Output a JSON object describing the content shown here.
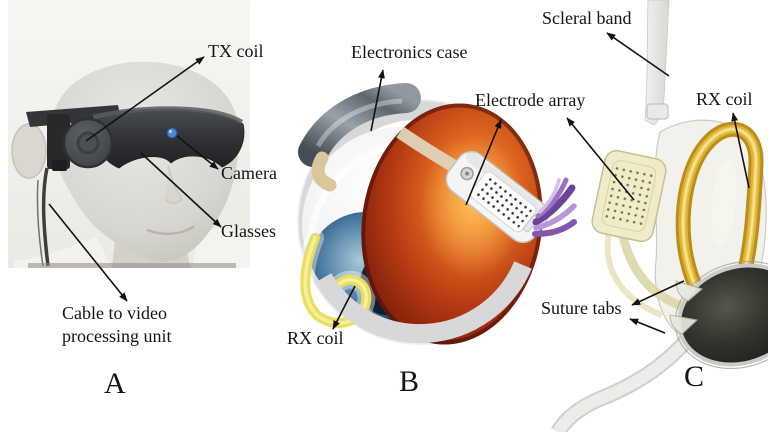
{
  "figure": {
    "type": "retinal-prosthesis-system-figure",
    "panelA": {
      "letter": "A",
      "labels": {
        "tx_coil": "TX coil",
        "camera": "Camera",
        "glasses": "Glasses",
        "cable_line1": "Cable to video",
        "cable_line2": "processing unit"
      }
    },
    "panelB": {
      "letter": "B",
      "labels": {
        "electronics_case": "Electronics case",
        "electrode_array": "Electrode array",
        "rx_coil": "RX coil"
      }
    },
    "panelC": {
      "letter": "C",
      "labels": {
        "scleral_band": "Scleral band",
        "rx_coil": "RX coil",
        "suture_tabs": "Suture tabs"
      }
    },
    "colors": {
      "background": "#ffffff",
      "label_text": "#141414",
      "arrow": "#111111",
      "camera_dot": "#4f86d8",
      "glasses_dark": "#2b2d30",
      "retina_orange": "#c2440f",
      "iris_blue": "#1d3f63",
      "rx_coil_yellow": "#e9df5c",
      "implant_gold": "#d7a21e",
      "electronics_disc_black": "#22221e",
      "scleral_band_gray": "#dddddb"
    }
  }
}
